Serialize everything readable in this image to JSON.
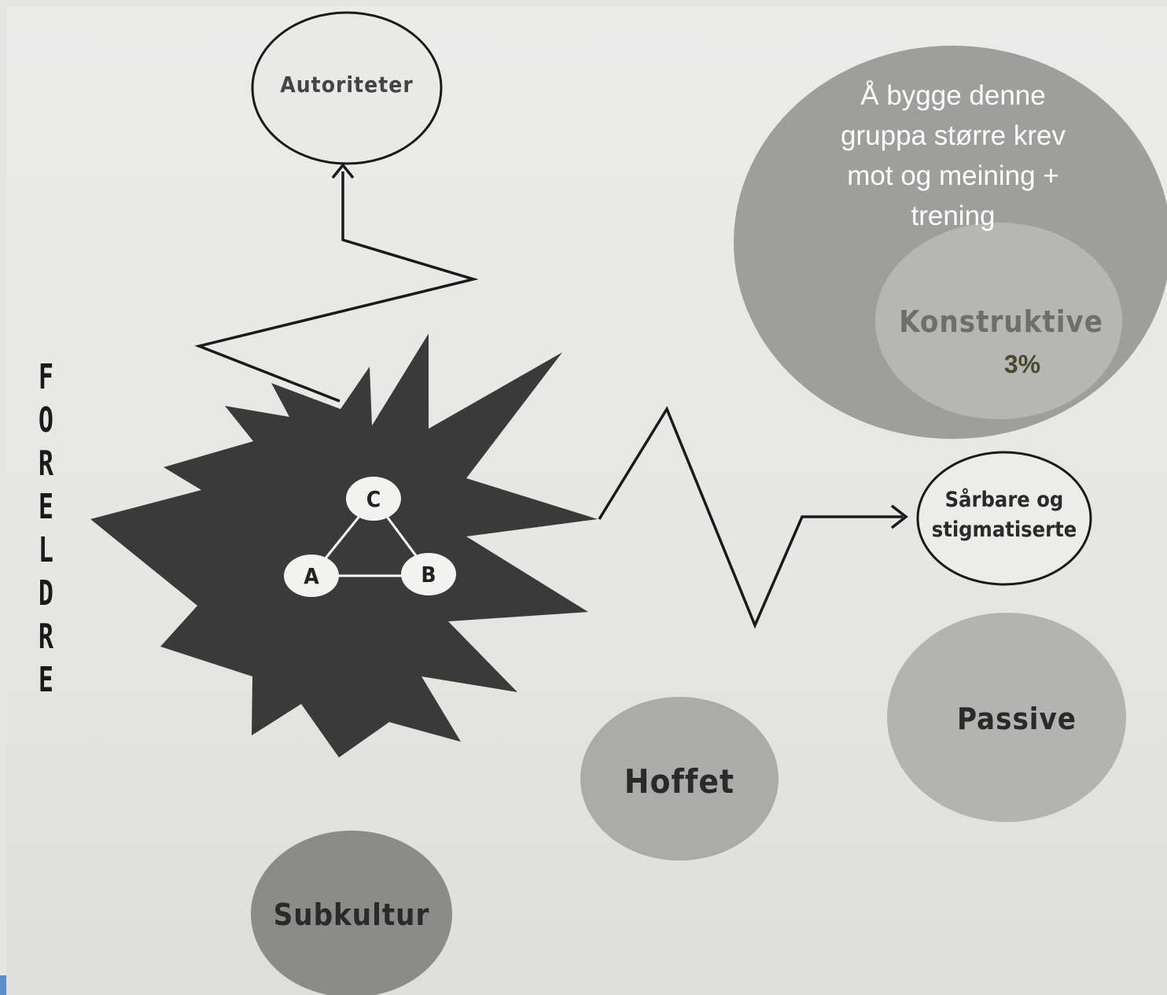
{
  "diagram": {
    "authorities_label": "Autoriteter",
    "vulnerable_label": [
      "Sårbare og",
      "stigmatiserte"
    ],
    "constructive_label": "Konstruktive",
    "constructive_percent": "3%",
    "passive_label": "Passive",
    "court_label": "Hoffet",
    "subculture_label": "Subkultur",
    "parents_label": [
      "F",
      "O",
      "R",
      "E",
      "L",
      "D",
      "R",
      "E"
    ],
    "triangle_nodes": [
      "A",
      "B",
      "C"
    ],
    "overlay_note": "Å bygge denne gruppa større krev mot og meining + trening",
    "colors": {
      "background": "#e6e6e4",
      "star": "#3a3a3a",
      "overlay_circle": "#9e9e9c",
      "constructive_circle": "#b6b6b4",
      "passive_circle": "#b3b3b1",
      "court_circle": "#ababa9",
      "subculture_circle": "#8b8b89",
      "percent_text": "#4a4a2a"
    }
  }
}
